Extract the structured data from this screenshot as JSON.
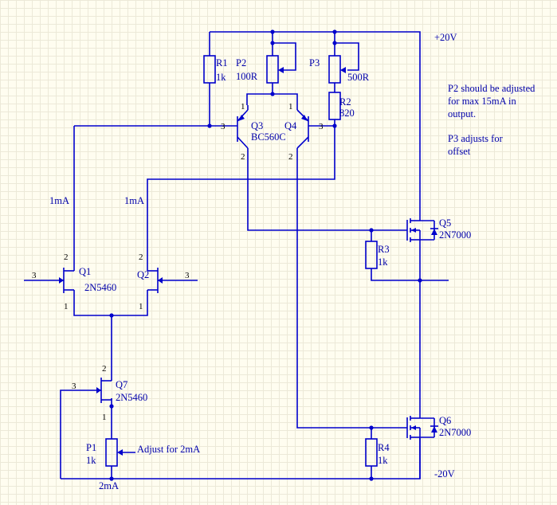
{
  "rails": {
    "positive": "+20V",
    "negative": "-20V"
  },
  "components": {
    "R1": {
      "ref": "R1",
      "value": "1k"
    },
    "P2": {
      "ref": "P2",
      "value": "100R"
    },
    "P3": {
      "ref": "P3",
      "value": "500R"
    },
    "R2": {
      "ref": "R2",
      "value": "820"
    },
    "Q3": {
      "ref": "Q3",
      "value": "BC560C"
    },
    "Q4": {
      "ref": "Q4"
    },
    "Q5": {
      "ref": "Q5",
      "value": "2N7000"
    },
    "Q6": {
      "ref": "Q6",
      "value": "2N7000"
    },
    "R3": {
      "ref": "R3",
      "value": "1k"
    },
    "R4": {
      "ref": "R4",
      "value": "1k"
    },
    "Q1": {
      "ref": "Q1",
      "value": "2N5460"
    },
    "Q2": {
      "ref": "Q2"
    },
    "Q7": {
      "ref": "Q7",
      "value": "2N5460"
    },
    "P1": {
      "ref": "P1",
      "value": "1k"
    }
  },
  "annotations": {
    "current_left": "1mA",
    "current_right": "1mA",
    "adjust_p1": "Adjust for 2mA",
    "current_bottom": "2mA",
    "note_p2": [
      "P2 should be adjusted",
      "for max 15mA in",
      "output."
    ],
    "note_p3": [
      "P3 adjusts for",
      "offset"
    ]
  },
  "pins": {
    "one": "1",
    "two": "2",
    "three": "3"
  },
  "colors": {
    "wire": "#0000cc",
    "background": "#fffdf0",
    "grid": "#ece9d8",
    "pin_text": "#000000"
  }
}
